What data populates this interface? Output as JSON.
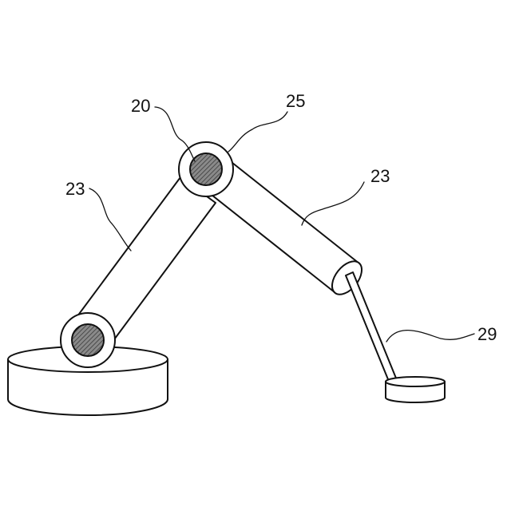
{
  "figure": {
    "labels": {
      "joint": "20",
      "joint_ring": "25",
      "arm_left": "23",
      "arm_right": "23",
      "tool": "29"
    }
  }
}
